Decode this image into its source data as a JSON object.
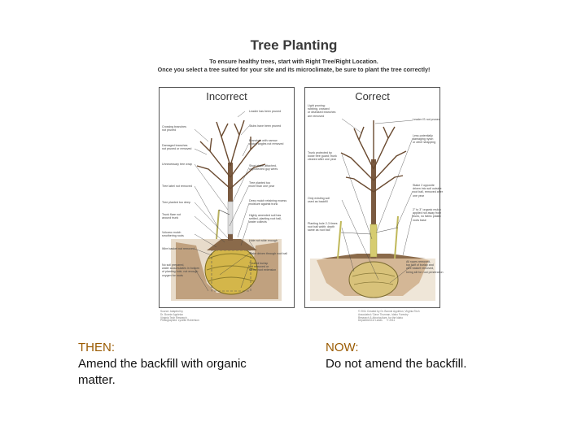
{
  "poster": {
    "title": "Tree Planting",
    "subtitle_1": "To ensure healthy trees, start with Right Tree/Right Location.",
    "subtitle_2": "Once you select a tree suited for your site and its microclimate, be sure to plant the tree correctly!",
    "incorrect": {
      "title": "Incorrect",
      "labels": [
        "Leader has been pruned",
        "Crossing branches\nnot pruned",
        "Stubs have been pruned",
        "Damaged branches\nnot pruned or removed",
        "Branches with narrow\ncrotch angles not removed",
        "Unnecessary tree wrap",
        "Short stake attached,\nunprotected guy wires",
        "Tree label not removed",
        "Tree planted too\nmore than one year",
        "Tree planted too deep",
        "Deep mulch retaining excess\nmoisture against trunk",
        "Trunk flare not\naround trunk",
        "Highly amended soil has\nsettled, planting root ball,\nwater collects",
        "Volcano mulch\nsmothering roots",
        "Hole not wide enough",
        "Wire basket not removed",
        "Stake driven through root ball",
        "No soil prepared,\nwater accumulates in bottom\nof planting hole, not enough\noxygen for roots",
        "Treated burlap\nnot removed or\nslit for root extension"
      ],
      "credit": "Source: Adapted by\nDr. Bonnie Appleton\nVirginia Tech Research\nPhotographed: Lynette Robertson"
    },
    "correct": {
      "title": "Correct",
      "labels": [
        "Light pruning:\nrubbing, crossed\nor diseased branches\nare removed",
        "Leader IS not pruned",
        "Less potentially\ndamaging nylon\nor other strapping",
        "Trunk protected by\nloose tree guard; trunk\ncleared after one year",
        "Stake 2 opposite\ndriven into soil outside\nroot ball, removed after\none year",
        "Only existing soil\nused as backfill",
        "2\" to 3\" organic mulch\napplied not away from\ntrunk, no fabric plastic\nroots base",
        "Planting hole 2-3 times\nroot ball width; depth\nsame as root ball",
        "All ropes removed,\ntop half of burlap and\nwire basket removed,\nbeing slit for root penetration"
      ],
      "credit": "© 2011 Created by Dr. Bonnie Appleton, Virginia Tech\nAssociated / Dave Thurman, Idaho Forestry\nResearch & Arboriculture, for the Idaho\nDepartment of Lands      © 2011"
    }
  },
  "captions": {
    "then_heading": "THEN:",
    "then_line_1": "Amend the backfill with organic",
    "then_line_2": "matter.",
    "now_heading": "NOW:",
    "now_line_1": "Do not amend the backfill."
  },
  "colors": {
    "caption_heading": "#9a5a00",
    "soil": "#c9a27a",
    "root_ball": "#d4b64a",
    "trunk": "#7a5a40"
  }
}
